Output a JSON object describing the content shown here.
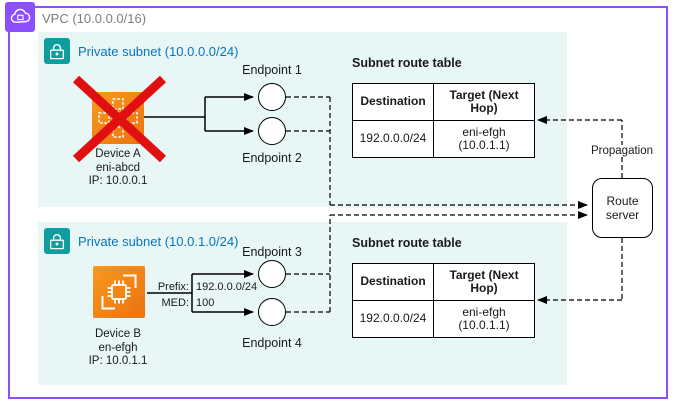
{
  "vpc": {
    "label": "VPC (10.0.0.0/16)"
  },
  "subnets": [
    {
      "label": "Private subnet (10.0.0.0/24)"
    },
    {
      "label": "Private subnet (10.0.1.0/24)"
    }
  ],
  "devices": [
    {
      "name": "Device A",
      "interface": "eni-abcd",
      "ip": "IP: 10.0.0.1",
      "status": "failed"
    },
    {
      "name": "Device B",
      "interface": "en-efgh",
      "ip": "IP: 10.0.1.1",
      "status": "active"
    }
  ],
  "advertisement": {
    "prefix_label": "Prefix:",
    "prefix_value": "192.0.0.0/24",
    "med_label": "MED:",
    "med_value": "100"
  },
  "endpoints": [
    "Endpoint 1",
    "Endpoint 2",
    "Endpoint 3",
    "Endpoint 4"
  ],
  "route_tables": [
    {
      "title": "Subnet route table",
      "headers": [
        "Destination",
        "Target (Next Hop)"
      ],
      "rows": [
        [
          "192.0.0.0/24",
          "eni-efgh (10.0.1.1)"
        ]
      ]
    },
    {
      "title": "Subnet route table",
      "headers": [
        "Destination",
        "Target (Next Hop)"
      ],
      "rows": [
        [
          "192.0.0.0/24",
          "eni-efgh (10.0.1.1)"
        ]
      ]
    }
  ],
  "route_server": {
    "label": "Route server"
  },
  "propagation": {
    "label": "Propagation"
  },
  "colors": {
    "vpc_border": "#8C4FFF",
    "subnet_bg": "#E8F6F6",
    "subnet_label": "#0776BF",
    "vpc_label": "#7b7d84",
    "lock_teal": "#0F9D9D",
    "device_orange_light": "#F8991D",
    "device_orange_dark": "#EC7211",
    "failure_red": "#E01010"
  }
}
